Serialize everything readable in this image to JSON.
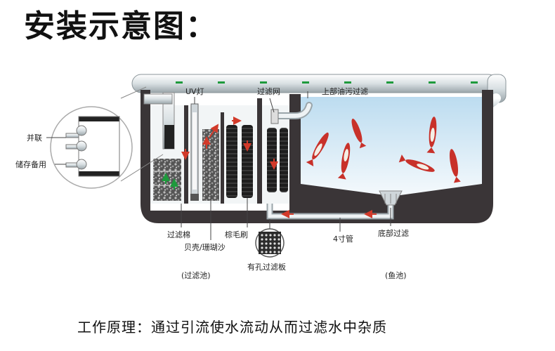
{
  "title": "安装示意图：",
  "labels": {
    "uv_lamp": "UV灯",
    "filter_net": "过滤网",
    "top_oil_filter": "上部油污过滤",
    "parallel": "并联",
    "storage": "储存备用",
    "filter_cotton": "过滤棉",
    "shell_coral_sand": "贝壳/珊瑚沙",
    "palm_brush": "棕毛刷",
    "perforated_plate": "有孔过滤板",
    "pipe_4inch": "4寸管",
    "bottom_filter": "底部过滤",
    "filter_pool": "(过滤池)",
    "fish_pool": "(鱼池)"
  },
  "principle": "工作原理：通过引流使水流动从而过滤水中杂质",
  "colors": {
    "tank_wall": "#3a3537",
    "water": "#dceef8",
    "pipe": "#e9eef0",
    "fish": "#c8312a",
    "flow_arrow": "#d23a2a",
    "green_arrow": "#1e9a3c"
  }
}
